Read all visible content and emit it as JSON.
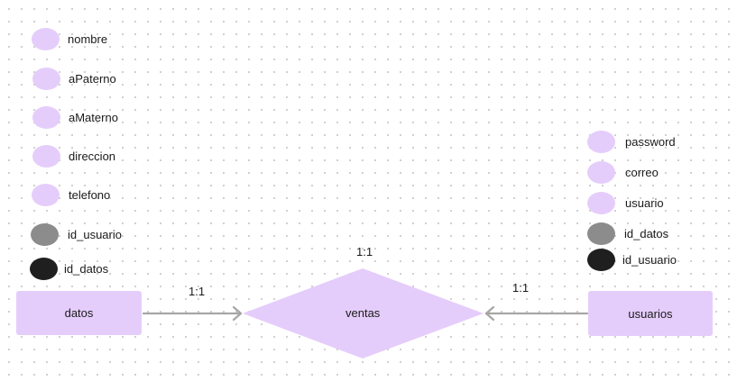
{
  "entities": {
    "datos": "datos",
    "usuarios": "usuarios"
  },
  "relationship": {
    "label": "ventas",
    "cardinality_top": "1:1",
    "cardinality_left": "1:1",
    "cardinality_right": "1:1"
  },
  "datos_attributes": [
    {
      "label": "nombre",
      "kind": "attribute"
    },
    {
      "label": "aPaterno",
      "kind": "attribute"
    },
    {
      "label": "aMaterno",
      "kind": "attribute"
    },
    {
      "label": "direccion",
      "kind": "attribute"
    },
    {
      "label": "telefono",
      "kind": "attribute"
    },
    {
      "label": "id_usuario",
      "kind": "foreign-key"
    },
    {
      "label": "id_datos",
      "kind": "primary-key"
    }
  ],
  "usuarios_attributes": [
    {
      "label": "password",
      "kind": "attribute"
    },
    {
      "label": "correo",
      "kind": "attribute"
    },
    {
      "label": "usuario",
      "kind": "attribute"
    },
    {
      "label": "id_datos",
      "kind": "foreign-key"
    },
    {
      "label": "id_usuario",
      "kind": "primary-key"
    }
  ],
  "colors": {
    "attribute": "#e5cdfb",
    "foreign-key": "#8c8c8c",
    "primary-key": "#1f1f1f",
    "entity": "#e5cdfb",
    "connector": "#a6a6a6"
  }
}
